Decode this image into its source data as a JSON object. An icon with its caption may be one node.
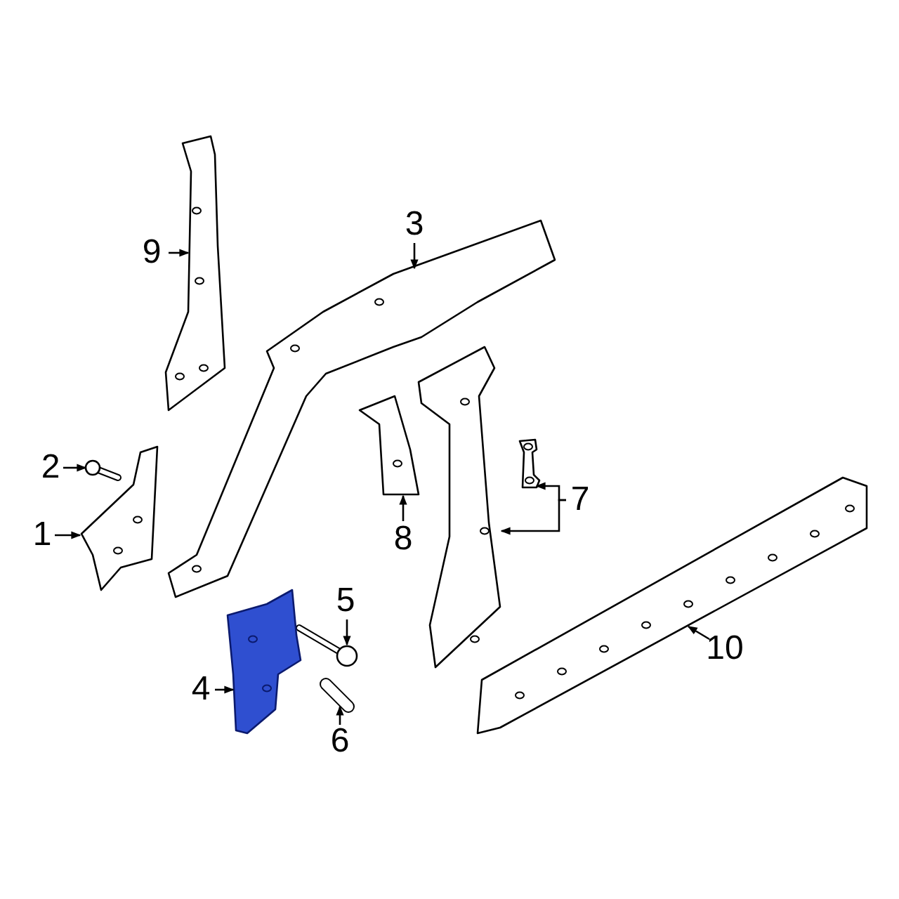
{
  "diagram": {
    "nodes": [
      {
        "text": [
          "9"
        ]
      },
      {
        "text": [],
        "shape": "picture"
      },
      {
        "text": [
          "3"
        ]
      },
      {
        "text": [],
        "shape": "picture"
      },
      {
        "text": [
          "2"
        ]
      },
      {
        "text": [],
        "shape": "picture"
      },
      {
        "text": [
          "1"
        ]
      },
      {
        "text": [],
        "shape": "picture"
      },
      {
        "text": [
          "8"
        ]
      },
      {
        "text": [],
        "shape": "picture"
      },
      {
        "text": [
          "7"
        ]
      },
      {
        "text": [],
        "shape": "picture"
      },
      {
        "text": [],
        "shape": "picture"
      },
      {
        "text": [
          "5"
        ]
      },
      {
        "text": [],
        "shape": "picture"
      },
      {
        "text": [
          "4"
        ]
      },
      {
        "text": [],
        "shape": "picture"
      },
      {
        "text": [
          "10"
        ]
      },
      {
        "text": [],
        "shape": "picture"
      },
      {
        "text": [
          "6"
        ]
      },
      {
        "text": [],
        "shape": "picture"
      }
    ],
    "edges": [
      {
        "from": 0,
        "to": 1,
        "arrow": "to"
      },
      {
        "from": 2,
        "to": 3,
        "arrow": "to"
      },
      {
        "from": 4,
        "to": 5,
        "arrow": "to"
      },
      {
        "from": 6,
        "to": 7,
        "arrow": "to"
      },
      {
        "from": 8,
        "to": 9,
        "arrow": "to"
      },
      {
        "from": 10,
        "to": 11,
        "arrow": "to"
      },
      {
        "from": 10,
        "to": 12,
        "arrow": "to"
      },
      {
        "from": 13,
        "to": 14,
        "arrow": "to"
      },
      {
        "from": 15,
        "to": 16,
        "arrow": "to"
      },
      {
        "from": 17,
        "to": 18,
        "arrow": "to"
      },
      {
        "from": 19,
        "to": 20,
        "arrow": "to"
      }
    ]
  }
}
